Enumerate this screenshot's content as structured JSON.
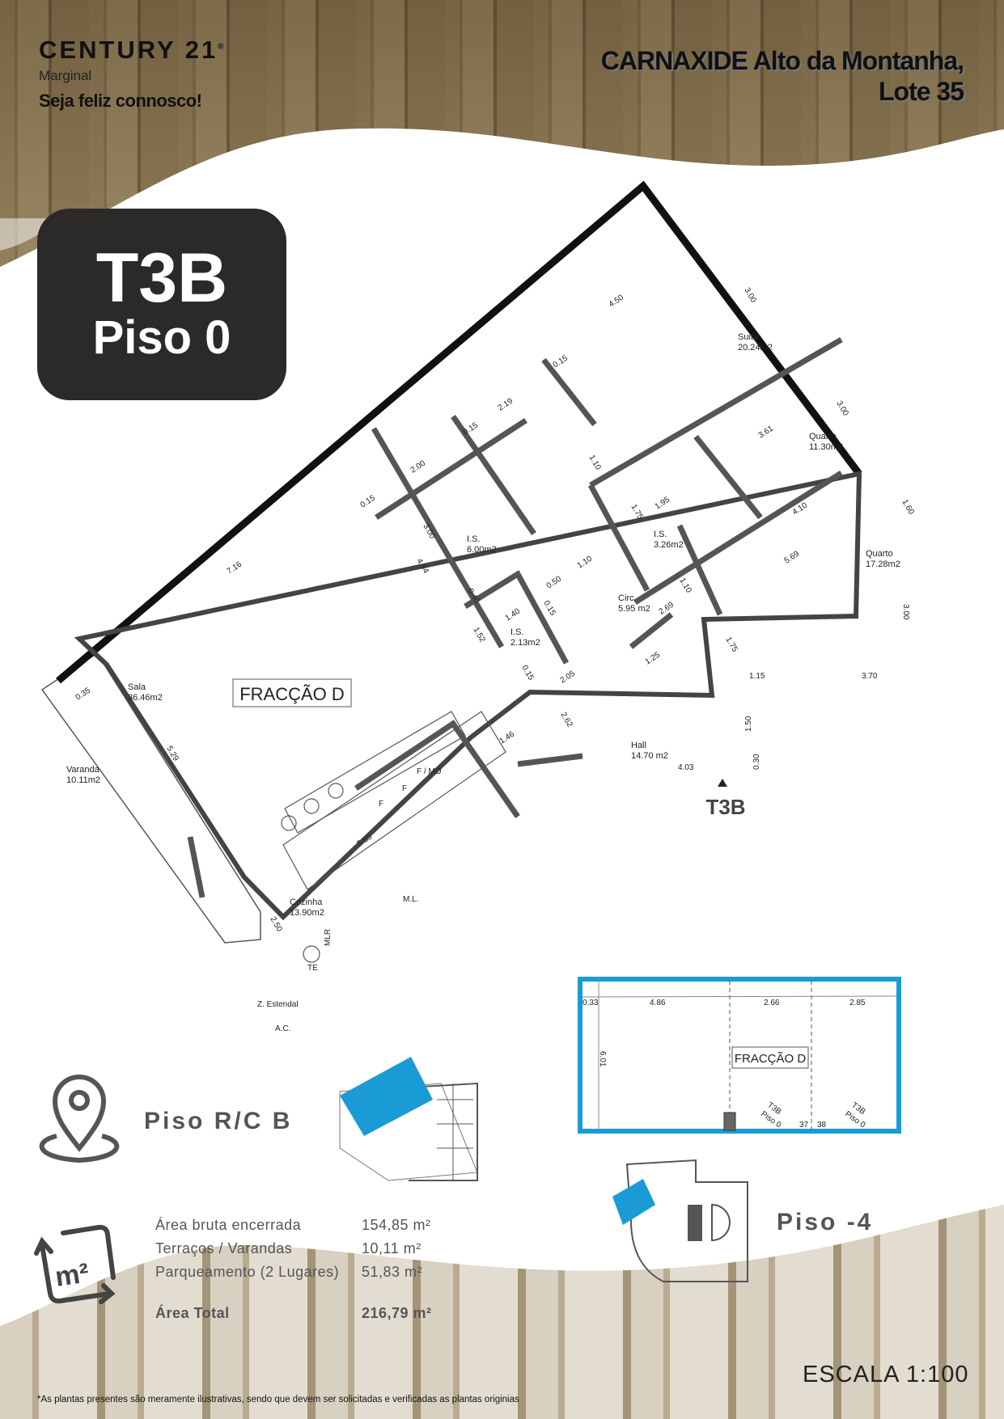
{
  "header": {
    "brand": "CENTURY 21",
    "registered": "®",
    "agency": "Marginal",
    "tagline": "Seja feliz connosco!",
    "title_line1": "CARNAXIDE Alto da Montanha,",
    "title_line2": "Lote 35"
  },
  "badge": {
    "type": "T3B",
    "floor": "Piso 0"
  },
  "plan": {
    "fraction_label": "FRACÇÃO D",
    "entrance_label": "T3B",
    "rooms": [
      {
        "name": "Suite",
        "area": "20.24m2"
      },
      {
        "name": "Quarto",
        "area": "11.30m2"
      },
      {
        "name": "Quarto",
        "area": "17.28m2"
      },
      {
        "name": "I.S.",
        "area": "6.00m2"
      },
      {
        "name": "I.S.",
        "area": "3.26m2"
      },
      {
        "name": "Circ.",
        "area": "5.95 m2"
      },
      {
        "name": "I.S.",
        "area": "2.13m2"
      },
      {
        "name": "Sala",
        "area": "36.46m2"
      },
      {
        "name": "Hall",
        "area": "14.70 m2"
      },
      {
        "name": "Varanda",
        "area": "10.11m2"
      },
      {
        "name": "Cozinha",
        "area": "13.90m2"
      }
    ],
    "zone_labels": [
      "Z. Estendal",
      "A.C.",
      "F / MO",
      "F",
      "F",
      "M.L.",
      "MLR",
      "TE"
    ],
    "dims": [
      "4.50",
      "3.00",
      "0.15",
      "2.19",
      "0.15",
      "1.10",
      "2.00",
      "0.15",
      "3.00",
      "3.61",
      "3.00",
      "1.95",
      "1.75",
      "4.10",
      "1.60",
      "5.69",
      "7.16",
      "4.94",
      "1.10",
      "0.50",
      "0.40",
      "0.15",
      "1.40",
      "1.52",
      "0.15",
      "1.10",
      "2.69",
      "1.75",
      "1.25",
      "1.15",
      "3.70",
      "3.00",
      "0.35",
      "2.05",
      "2.62",
      "1.46",
      "1.50",
      "0.30",
      "4.03",
      "5.29",
      "5.55",
      "2.50"
    ]
  },
  "location": {
    "label": "Piso R/C B",
    "icon": "map-pin-icon",
    "highlight_color": "#1b9bd6"
  },
  "parking": {
    "label": "Piso -4",
    "fraction_label": "FRACÇÃO D",
    "dims": [
      "0.33",
      "4.86",
      "2.66",
      "2.85",
      "6.01"
    ],
    "spots": [
      {
        "type": "T3B",
        "floor": "Piso 0",
        "number": "37"
      },
      {
        "type": "T3B",
        "floor": "Piso 0",
        "number": "38"
      }
    ],
    "border_color": "#1b9bd6"
  },
  "areas": {
    "icon": "area-m2-icon",
    "rows": [
      {
        "label": "Área bruta encerrada",
        "value": "154,85 m²"
      },
      {
        "label": "Terraços / Varandas",
        "value": "10,11 m²"
      },
      {
        "label": "Parqueamento (2 Lugares)",
        "value": "51,83 m²"
      }
    ],
    "total_label": "Área Total",
    "total_value": "216,79 m²"
  },
  "footer": {
    "note": "*As plantas presentes são meramente ilustrativas, sendo que devem ser solicitadas e verificadas as plantas originias",
    "scale": "ESCALA 1:100"
  }
}
